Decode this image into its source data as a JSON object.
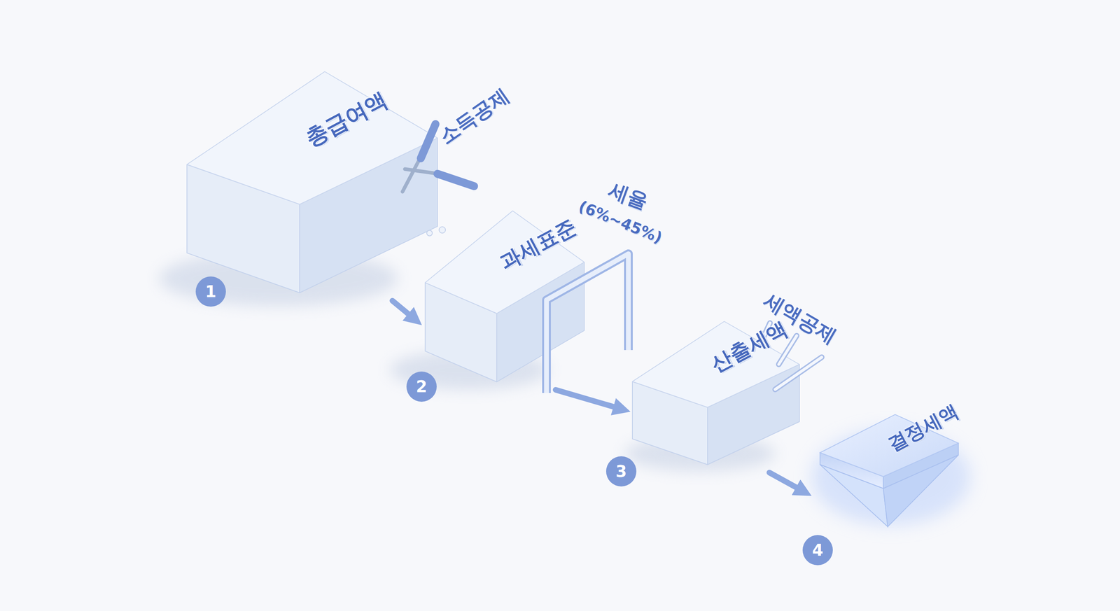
{
  "diagram": {
    "nodes": [
      {
        "text": [
          "총급여액"
        ]
      },
      {
        "text": [
          "과세표준"
        ]
      },
      {
        "text": [
          "산출세액"
        ]
      },
      {
        "text": [
          "결정세액"
        ]
      }
    ],
    "edges": [
      {
        "from": 0,
        "to": 1,
        "arrow": "to"
      },
      {
        "from": 1,
        "to": 2,
        "arrow": "to"
      },
      {
        "from": 2,
        "to": 3,
        "arrow": "to"
      }
    ],
    "labels": [
      "소득공제",
      "세율",
      "(6%~45%)",
      "세액공제",
      "1",
      "2",
      "3",
      "4"
    ]
  }
}
